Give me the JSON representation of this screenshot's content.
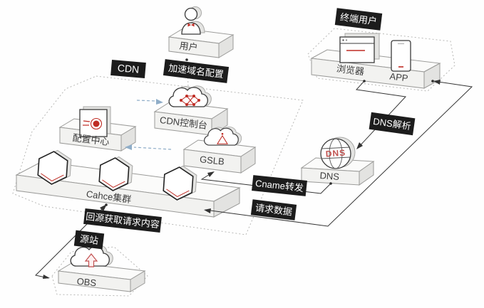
{
  "badges": {
    "cdn": "CDN",
    "domain_config": "加速域名配置",
    "end_user": "终端用户",
    "dns_resolve": "DNS解析",
    "cname_forward": "Cname转发",
    "request_data": "请求数据",
    "origin_fetch": "回源获取请求内容",
    "origin_site": "源站"
  },
  "nodes": {
    "user": "用户",
    "browser": "浏览器",
    "app": "APP",
    "cdn_console": "CDN控制台",
    "config_center": "配置中心",
    "gslb": "GSLB",
    "dns_server": "DNS",
    "dns_globe_text": "DNS",
    "cache_cluster": "Cahce集群",
    "obs": "OBS"
  },
  "colors": {
    "badge_bg": "#1c1c1c",
    "badge_text": "#ffffff",
    "accent_red": "#bf2c24",
    "flow_line": "#333333",
    "blue_arrow": "#8fadc8",
    "platform_top": "#fbfbfa",
    "platform_front": "#f2f2f0",
    "platform_side": "#e3e3e1",
    "dotted_border": "#b8b8b6"
  }
}
